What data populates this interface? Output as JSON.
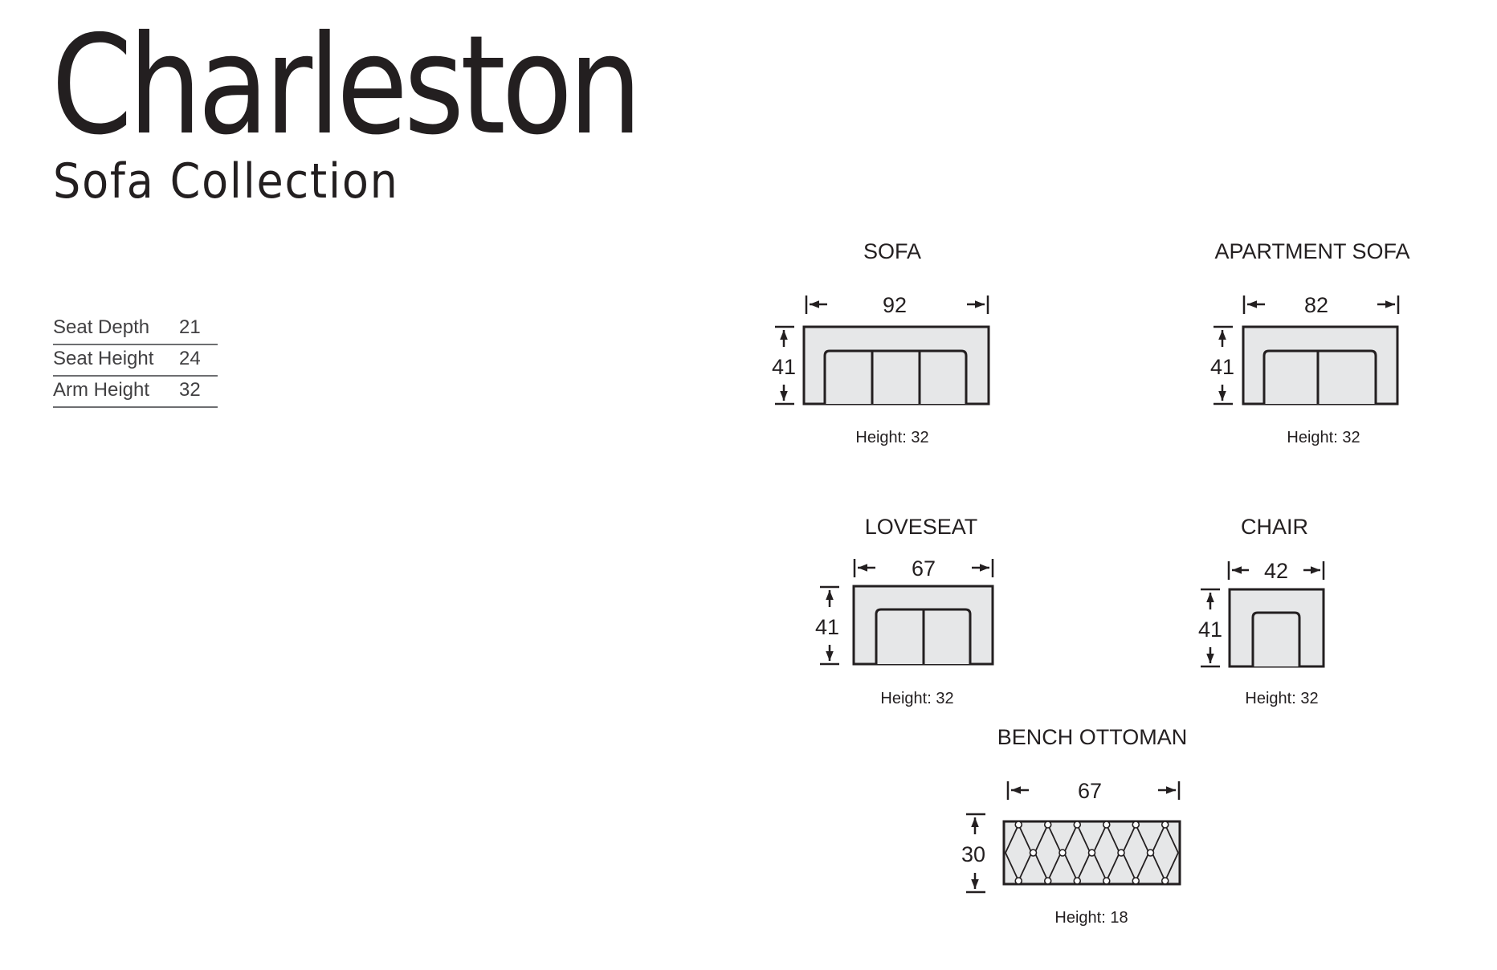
{
  "brand": {
    "title": "Charleston",
    "subtitle": "Sofa Collection"
  },
  "specs": [
    {
      "label": "Seat Depth",
      "value": "21"
    },
    {
      "label": "Seat Height",
      "value": "24"
    },
    {
      "label": "Arm Height",
      "value": "32"
    }
  ],
  "pieces": {
    "sofa": {
      "name": "SOFA",
      "width": "92",
      "depth": "41",
      "height": "Height: 32",
      "cushions": 3
    },
    "apartment_sofa": {
      "name": "APARTMENT SOFA",
      "width": "82",
      "depth": "41",
      "height": "Height: 32",
      "cushions": 2
    },
    "loveseat": {
      "name": "LOVESEAT",
      "width": "67",
      "depth": "41",
      "height": "Height: 32",
      "cushions": 2
    },
    "chair": {
      "name": "CHAIR",
      "width": "42",
      "depth": "41",
      "height": "Height: 32",
      "cushions": 1
    },
    "bench_ottoman": {
      "name": "BENCH OTTOMAN",
      "width": "67",
      "depth": "30",
      "height": "Height: 18",
      "pattern": "tufted"
    }
  },
  "colors": {
    "ink": "#231f20",
    "fill": "#e6e7e8",
    "rule": "#6d6e71"
  }
}
